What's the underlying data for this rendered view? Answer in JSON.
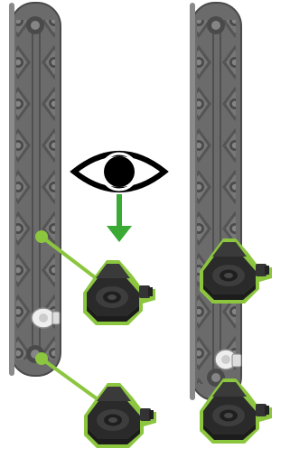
{
  "figure": {
    "kind": "assembly-instruction-illustration",
    "colors": {
      "background": "#ffffff",
      "beam": "#6b6b6b",
      "beam_dark": "#4a4a4a",
      "beam_light": "#8a8a8a",
      "part_dark": "#2a2a2a",
      "part_mid": "#3d3d3d",
      "highlight_green": "#8cc63f",
      "arrow_green": "#3aaa35",
      "pin_white": "#eeeeee"
    },
    "icons": [
      "eye-icon",
      "down-arrow-icon"
    ],
    "parts": [
      "left-beam",
      "right-beam",
      "white-pin",
      "black-corner-connector"
    ]
  }
}
